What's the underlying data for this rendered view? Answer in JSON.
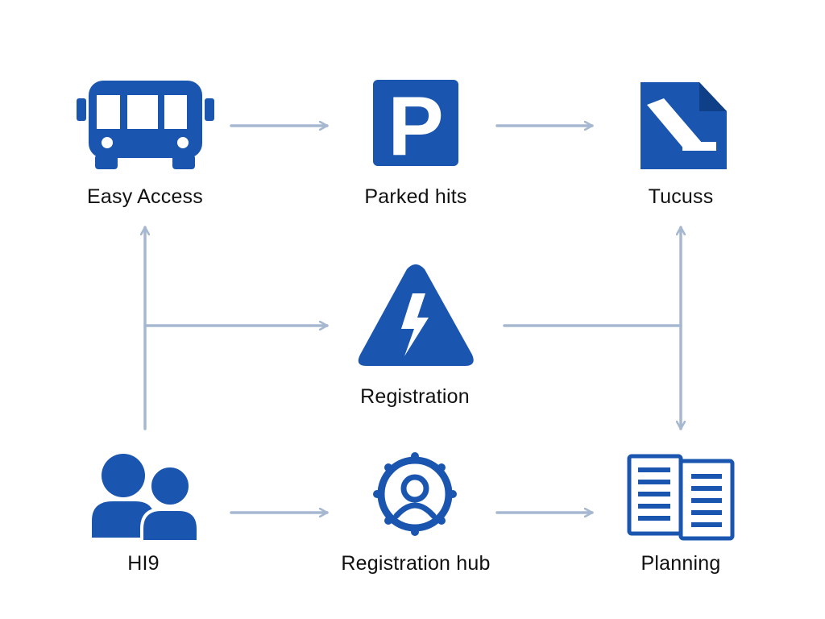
{
  "colors": {
    "icon": "#1a55b0",
    "arrow": "#a6b8d0",
    "label": "#111111",
    "background": "#ffffff"
  },
  "nodes": [
    {
      "id": "easy-access",
      "label": "Easy Access",
      "icon": "bus-icon"
    },
    {
      "id": "parked-hits",
      "label": "Parked hits",
      "icon": "parking-icon"
    },
    {
      "id": "tucuss",
      "label": "Tucuss",
      "icon": "document-icon"
    },
    {
      "id": "registration",
      "label": "Registration",
      "icon": "lightning-warning-icon"
    },
    {
      "id": "hi9",
      "label": "HI9",
      "icon": "users-icon"
    },
    {
      "id": "registration-hub",
      "label": "Registration hub",
      "icon": "user-target-icon"
    },
    {
      "id": "planning",
      "label": "Planning",
      "icon": "open-book-icon"
    }
  ],
  "edges": [
    {
      "from": "easy-access",
      "to": "parked-hits"
    },
    {
      "from": "parked-hits",
      "to": "tucuss"
    },
    {
      "from": "hi9",
      "to": "easy-access"
    },
    {
      "from": "hi9",
      "to": "registration"
    },
    {
      "from": "registration",
      "to": "tucuss"
    },
    {
      "from": "registration",
      "to": "planning"
    },
    {
      "from": "hi9",
      "to": "registration-hub"
    },
    {
      "from": "registration-hub",
      "to": "planning"
    }
  ]
}
